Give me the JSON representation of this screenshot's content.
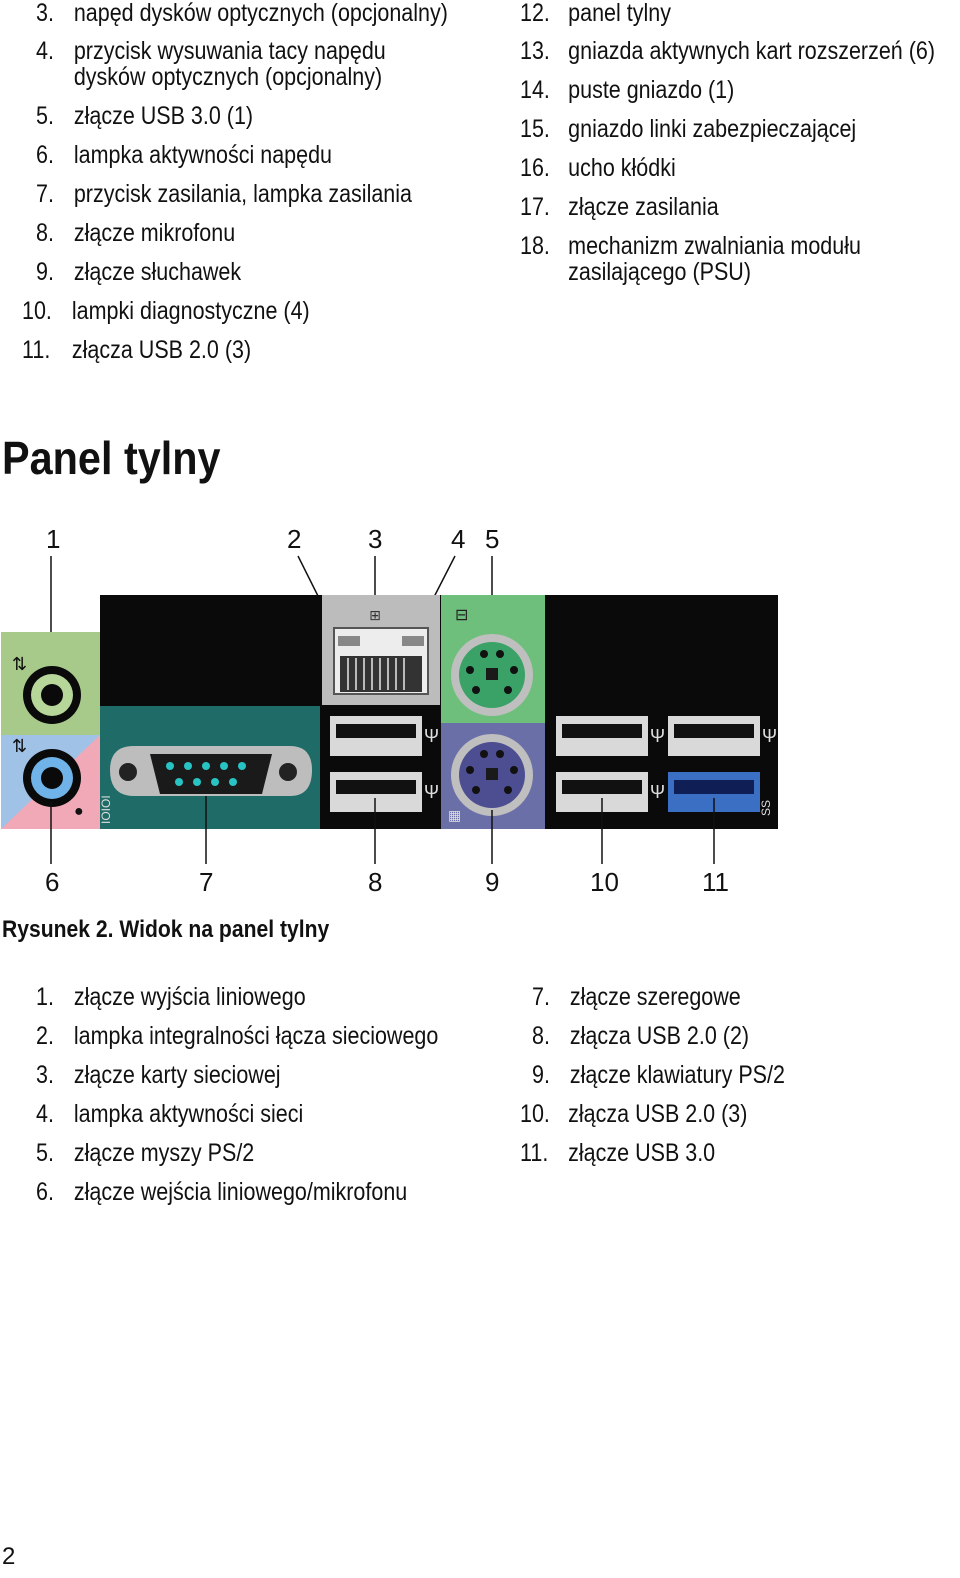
{
  "top_list": {
    "left": [
      {
        "num": "3.",
        "text": "napęd dysków optycznych (opcjonalny)"
      },
      {
        "num": "4.",
        "text": "przycisk wysuwania tacy napędu",
        "text2": "dysków optycznych (opcjonalny)"
      },
      {
        "num": "5.",
        "text": "złącze USB 3.0 (1)"
      },
      {
        "num": "6.",
        "text": "lampka aktywności napędu"
      },
      {
        "num": "7.",
        "text": "przycisk zasilania, lampka zasilania"
      },
      {
        "num": "8.",
        "text": "złącze mikrofonu"
      },
      {
        "num": "9.",
        "text": "złącze słuchawek"
      },
      {
        "num": "10.",
        "text": "lampki diagnostyczne (4)"
      },
      {
        "num": "11.",
        "text": "złącza USB 2.0 (3)"
      }
    ],
    "right": [
      {
        "num": "12.",
        "text": "panel tylny"
      },
      {
        "num": "13.",
        "text": "gniazda aktywnych kart rozszerzeń (6)"
      },
      {
        "num": "14.",
        "text": "puste gniazdo (1)"
      },
      {
        "num": "15.",
        "text": "gniazdo linki zabezpieczającej"
      },
      {
        "num": "16.",
        "text": "ucho kłódki"
      },
      {
        "num": "17.",
        "text": "złącze zasilania"
      },
      {
        "num": "18.",
        "text": "mechanizm zwalniania modułu",
        "text2": "zasilającego (PSU)"
      }
    ]
  },
  "section_title": "Panel tylny",
  "figure": {
    "callouts_top": [
      "1",
      "2",
      "3",
      "4",
      "5"
    ],
    "callouts_bottom": [
      "6",
      "7",
      "8",
      "9",
      "10",
      "11"
    ],
    "caption": "Rysunek 2. Widok na panel tylny",
    "port_marking": "IOIOI",
    "usb3_marking": "SS"
  },
  "legend": {
    "left": [
      {
        "num": "1.",
        "text": "złącze wyjścia liniowego"
      },
      {
        "num": "2.",
        "text": "lampka integralności łącza sieciowego"
      },
      {
        "num": "3.",
        "text": "złącze karty sieciowej"
      },
      {
        "num": "4.",
        "text": "lampka aktywności sieci"
      },
      {
        "num": "5.",
        "text": "złącze myszy PS/2"
      },
      {
        "num": "6.",
        "text": "złącze wejścia liniowego/mikrofonu"
      }
    ],
    "right": [
      {
        "num": "7.",
        "text": "złącze szeregowe"
      },
      {
        "num": "8.",
        "text": "złącza USB 2.0 (2)"
      },
      {
        "num": "9.",
        "text": "złącze klawiatury PS/2"
      },
      {
        "num": "10.",
        "text": "złącza USB 2.0 (3)"
      },
      {
        "num": "11.",
        "text": "złącze USB 3.0"
      }
    ]
  },
  "page_number": "2"
}
